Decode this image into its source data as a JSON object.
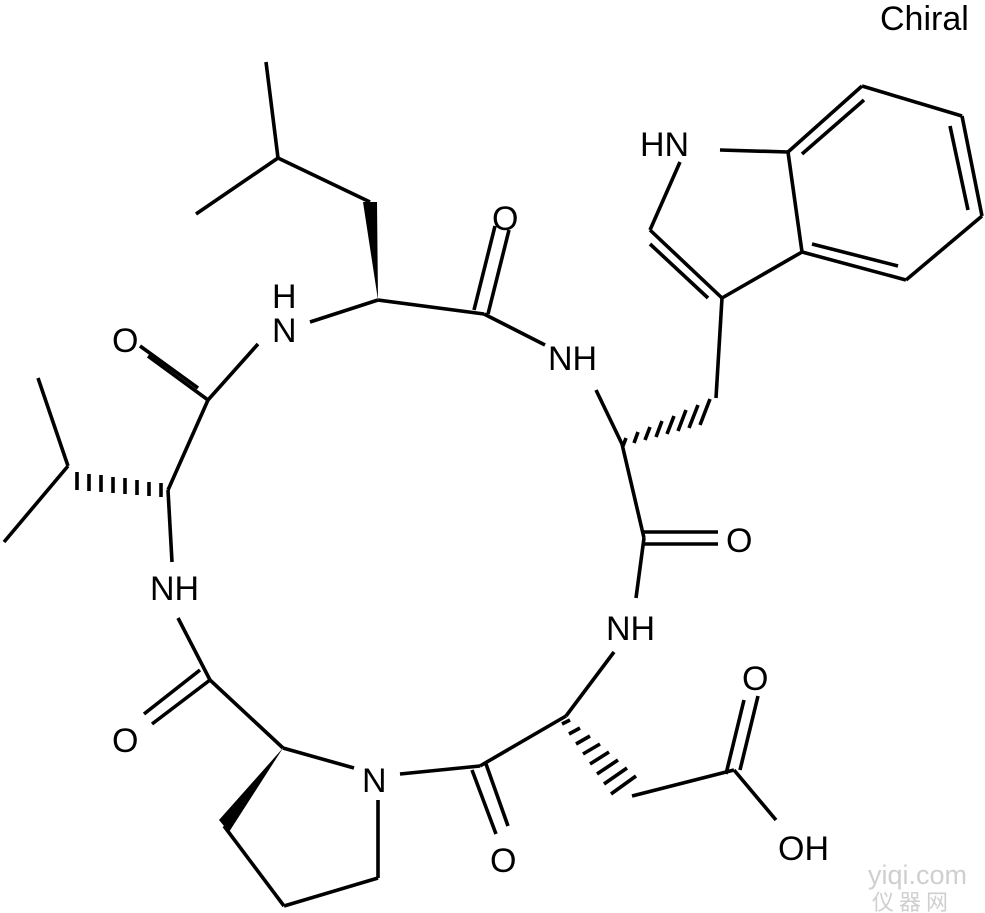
{
  "chiral_label": "Chiral",
  "atoms": {
    "indole_nh": "HN",
    "amide_nh_leu": "H\nN",
    "amide_nh_trp": "NH",
    "amide_nh_val": "NH",
    "amide_nh_asp": "NH",
    "pro_n": "N",
    "o_leu": "O",
    "o_val": "O",
    "o_trp": "O",
    "o_pro": "O",
    "o_asp_ring": "O",
    "o_acid": "O",
    "oh_acid": "OH"
  },
  "watermark": {
    "site": "yiqi.com",
    "subtitle": "仪器网"
  }
}
